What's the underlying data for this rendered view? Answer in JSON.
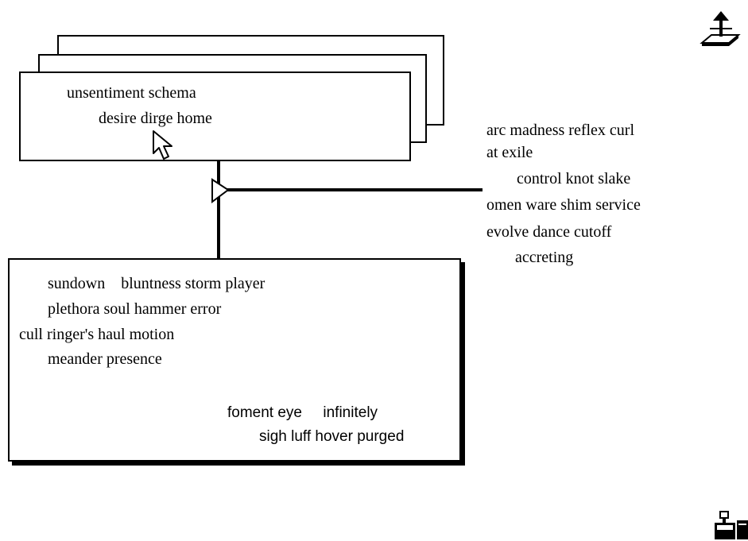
{
  "top_card": {
    "line1": "unsentiment schema",
    "line2": "desire dirge home"
  },
  "side_text": {
    "line1": "arc madness reflex curl",
    "line2": "at exile",
    "line3": "control knot slake",
    "line4": "omen ware shim service",
    "line5": "evolve dance cutoff",
    "line6": "accreting"
  },
  "bottom_card": {
    "line1": "sundown    bluntness storm player",
    "line2": "plethora soul hammer error",
    "line3": "cull ringer's haul motion",
    "line4": "meander presence",
    "line5": "foment eye     infinitely",
    "line6": "sigh luff hover purged"
  },
  "icons": {
    "top_right": "upload-icon",
    "bottom_right": "computer-network-icon",
    "cursor": "mouse-pointer-icon"
  }
}
